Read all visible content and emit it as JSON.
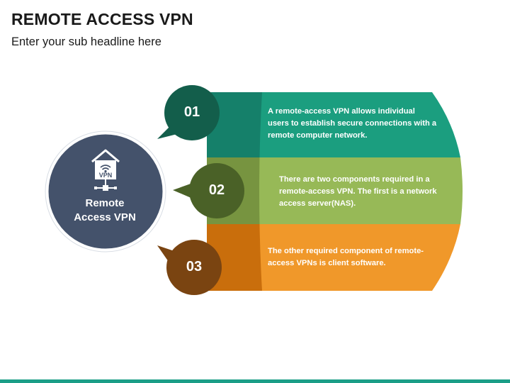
{
  "header": {
    "title": "REMOTE ACCESS VPN",
    "subtitle": "Enter your sub headline here"
  },
  "hub": {
    "icon_label": "VPN",
    "label_line1": "Remote",
    "label_line2": "Access VPN",
    "icon": "house-wifi-vpn-icon"
  },
  "steps": [
    {
      "number": "01",
      "text": "A remote-access VPN allows individual users to establish secure connections with a remote computer network.",
      "color": "#1b9e7f"
    },
    {
      "number": "02",
      "text": "There are two components required in a remote-access VPN. The first is a network access server(NAS).",
      "color": "#97b957"
    },
    {
      "number": "03",
      "text": "The other required component of remote-access VPNs is client software.",
      "color": "#f0982a"
    }
  ],
  "colors": {
    "hub": "#44526b",
    "bubble_01": "#135e4b",
    "bubble_02": "#4a6127",
    "bubble_03": "#7a4411",
    "accent_bar": "#1b9e87"
  }
}
